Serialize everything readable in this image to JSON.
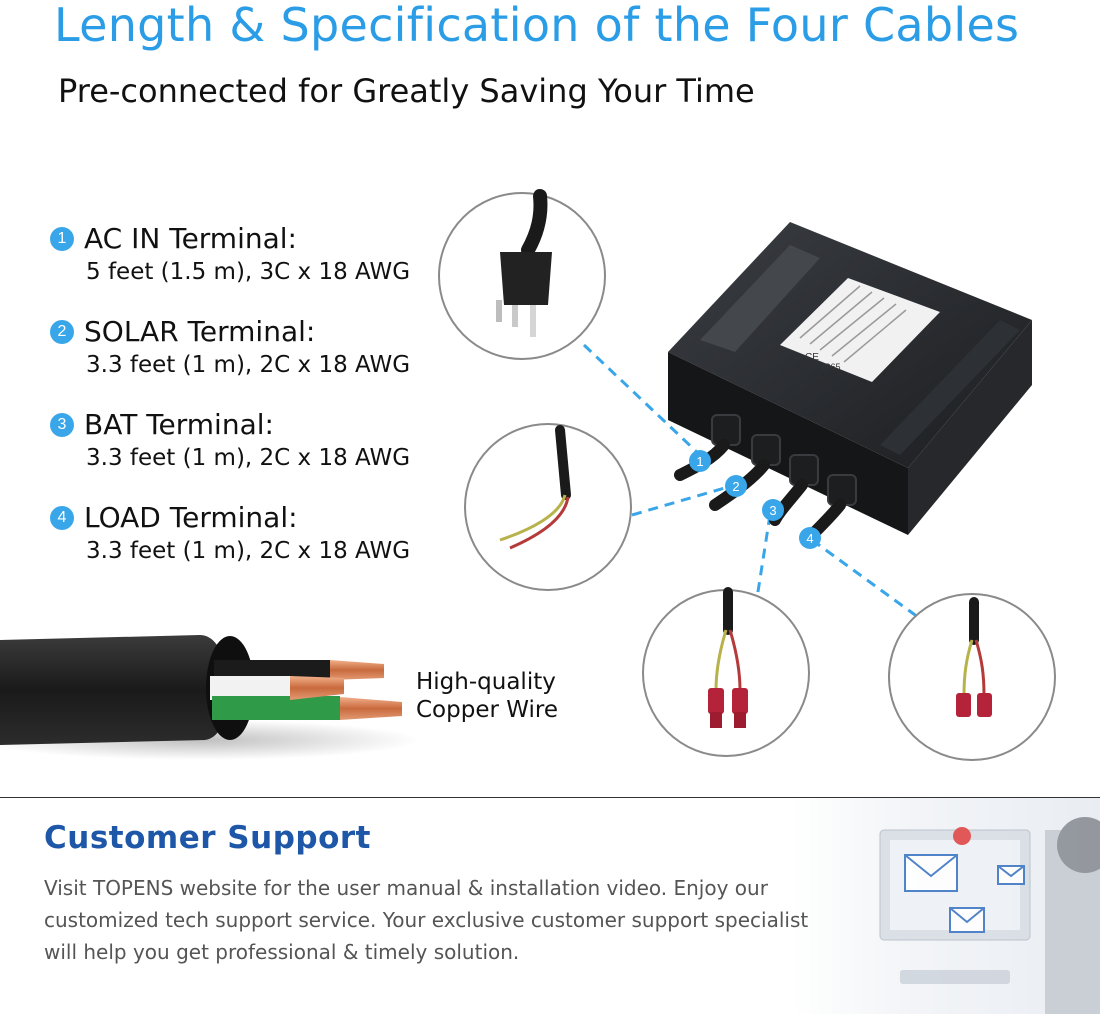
{
  "header": {
    "title": "Length & Specification of the Four Cables",
    "subtitle": "Pre-connected for Greatly Saving Your Time"
  },
  "terminals": [
    {
      "number": "1",
      "name": "AC IN Terminal:",
      "spec": "5 feet (1.5 m), 3C x 18 AWG"
    },
    {
      "number": "2",
      "name": "SOLAR Terminal:",
      "spec": "3.3 feet (1 m), 2C x 18 AWG"
    },
    {
      "number": "3",
      "name": "BAT Terminal:",
      "spec": "3.3 feet (1 m), 2C x 18 AWG"
    },
    {
      "number": "4",
      "name": "LOAD Terminal:",
      "spec": "3.3 feet (1 m), 2C x 18 AWG"
    }
  ],
  "wire_caption": {
    "line1": "High-quality",
    "line2": "Copper Wire"
  },
  "device_label": {
    "ip_rating": "IP65",
    "ce_mark": "CE"
  },
  "support": {
    "title": "Customer Support",
    "lines": [
      "Visit TOPENS website for the user manual & installation video. Enjoy our",
      "customized tech support service. Your exclusive customer support specialist",
      "will help you get professional & timely solution."
    ]
  },
  "colors": {
    "accent": "#2a9de6",
    "badge": "#3aa6ea",
    "support_title": "#1e57a8"
  }
}
